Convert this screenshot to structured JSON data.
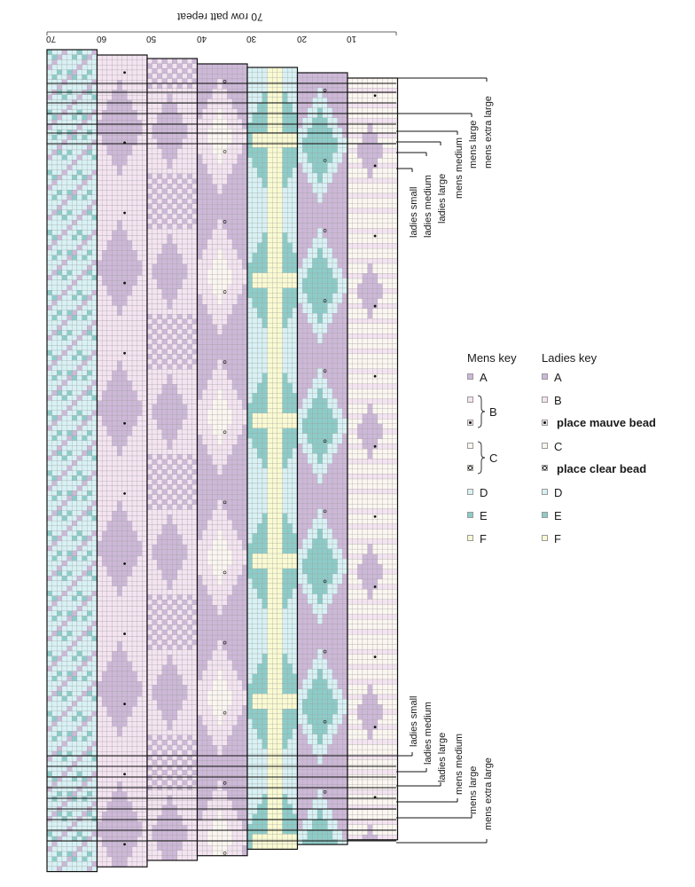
{
  "chart": {
    "repeat_label": "70 row patt repeat",
    "column_numbers": [
      "70",
      "60",
      "50",
      "40",
      "30",
      "20",
      "10"
    ],
    "size_labels": [
      "ladies small",
      "ladies medium",
      "ladies large",
      "mens medium",
      "mens large",
      "mens extra large"
    ]
  },
  "mens_key": {
    "title": "Mens key",
    "items": [
      {
        "label": "A",
        "color": "#cdb8d8",
        "symbol": "none"
      },
      {
        "label": "B",
        "color": "#f4e4f1",
        "symbol": "none",
        "note": "group with mauve-dot square"
      },
      {
        "label": "C",
        "color": "#fbf6f0",
        "symbol": "none",
        "note": "group with clear-dot square"
      },
      {
        "label": "D",
        "color": "#d8f1f4",
        "symbol": "none"
      },
      {
        "label": "E",
        "color": "#8cccc8",
        "symbol": "none"
      },
      {
        "label": "F",
        "color": "#fafad2",
        "symbol": "none"
      }
    ]
  },
  "ladies_key": {
    "title": "Ladies key",
    "items": [
      {
        "label": "A",
        "color": "#cdb8d8",
        "symbol": "none"
      },
      {
        "label": "B",
        "color": "#f4e4f1",
        "symbol": "none"
      },
      {
        "label": "place mauve bead",
        "color": "#f4e4f1",
        "symbol": "filled-dot",
        "bold": true
      },
      {
        "label": "C",
        "color": "#fbf6f0",
        "symbol": "none"
      },
      {
        "label": "place clear bead",
        "color": "#fbf6f0",
        "symbol": "open-dot",
        "bold": true
      },
      {
        "label": "D",
        "color": "#d8f1f4",
        "symbol": "none"
      },
      {
        "label": "E",
        "color": "#8cccc8",
        "symbol": "none"
      },
      {
        "label": "F",
        "color": "#fafad2",
        "symbol": "none"
      }
    ]
  },
  "colors": {
    "A": "#cdb8d8",
    "B": "#f4e4f1",
    "C": "#fbf6f0",
    "D": "#d8f1f4",
    "E": "#8cccc8",
    "F": "#fafad2",
    "grid_line": "#9a9a9a",
    "outline": "#111111"
  }
}
